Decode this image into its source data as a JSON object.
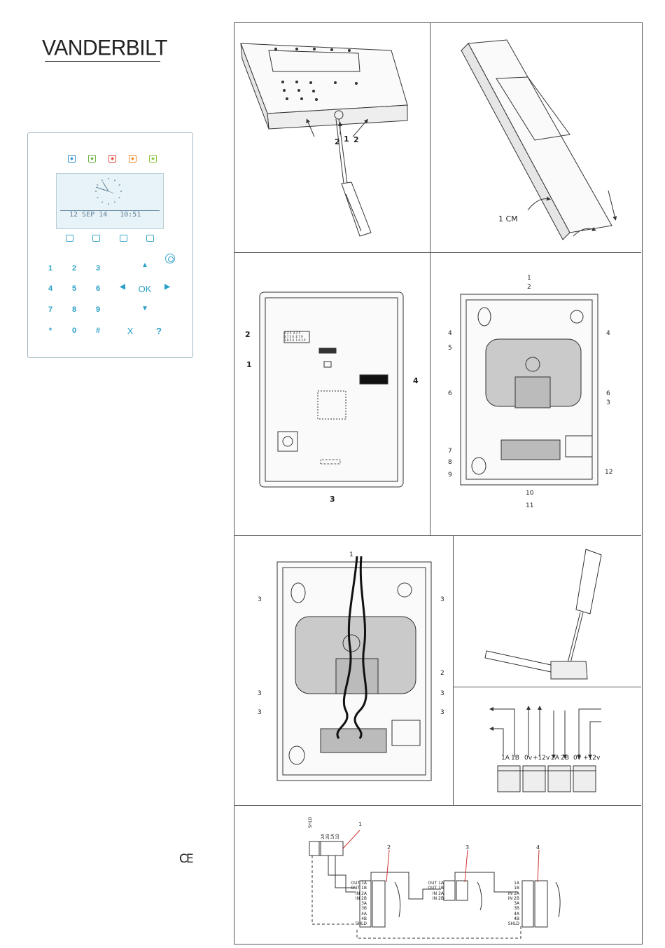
{
  "brand": {
    "logo": "VANDERBILT"
  },
  "keypad": {
    "display_date": "12 SEP 14   10:51",
    "keys": [
      "1",
      "2",
      "3",
      "4",
      "5",
      "6",
      "7",
      "8",
      "9",
      "*",
      "0",
      "#"
    ],
    "ok": "OK",
    "x": "X",
    "help": "?",
    "led_colors": [
      "#2f8fd0",
      "#6cb33f",
      "#e24b3b",
      "#f08a24",
      "#8cc63f"
    ]
  },
  "panel1": {
    "labels": [
      "2",
      "1",
      "2"
    ]
  },
  "panel2": {
    "label": "1 CM"
  },
  "panel3": {
    "labels": [
      "2",
      "1",
      "4",
      "3"
    ],
    "chip_text": [
      "A 2 5  A 2 5",
      "S 7 2 6  E 7 9",
      "1 8 0 4  1 0 3 P"
    ]
  },
  "panel4": {
    "labels": [
      "1",
      "2",
      "4",
      "4",
      "5",
      "6",
      "6",
      "3",
      "7",
      "8",
      "9",
      "10",
      "11",
      "12"
    ]
  },
  "panel5": {
    "labels": [
      "1",
      "3",
      "3",
      "2",
      "3",
      "3",
      "3",
      "3"
    ]
  },
  "panel7": {
    "terminals": [
      "1A",
      "1B",
      "0v",
      "+12v",
      "2A",
      "2B",
      "0v",
      "+12v"
    ]
  },
  "panel8": {
    "labels": [
      "1",
      "2",
      "3",
      "4"
    ],
    "header_terms": [
      "SHLD",
      "2A",
      "2B",
      "1A",
      "1B"
    ],
    "dev_terms_a": [
      "OUT 1A",
      "OUT 1B",
      "IN 2A",
      "IN 2B",
      "3A",
      "3B",
      "4A",
      "4B",
      "SHLD"
    ],
    "dev_terms_b": [
      "OUT 1A",
      "OUT 1B",
      "IN 2A",
      "IN 2B"
    ],
    "dev_terms_c": [
      "1A",
      "1B",
      "IN 2A",
      "IN 2B",
      "3A",
      "3B",
      "4A",
      "4B",
      "SHLD"
    ]
  },
  "ce_mark": "CE"
}
